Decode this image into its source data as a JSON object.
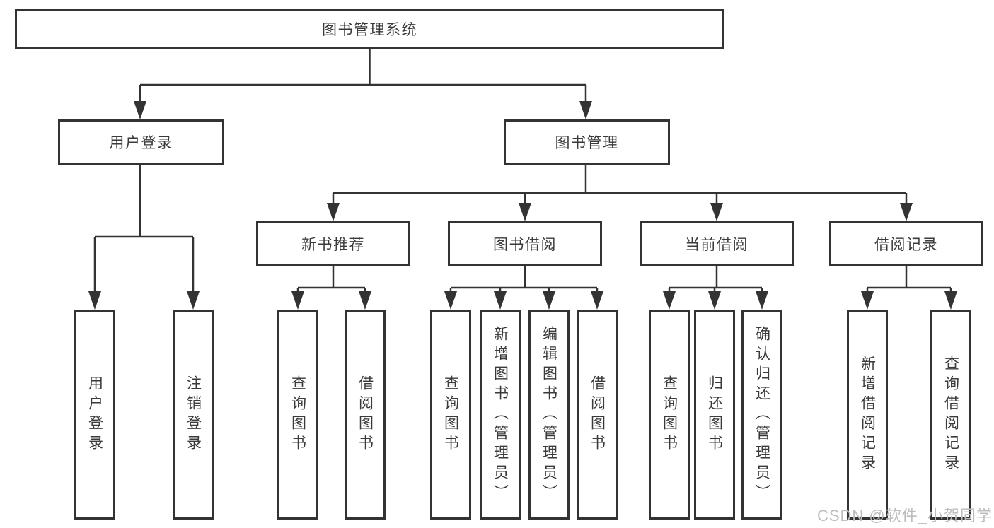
{
  "diagram_title": "图书管理系统",
  "nodes": {
    "root": "图书管理系统",
    "user_login": "用户登录",
    "book_mgmt": "图书管理",
    "new_book_rec": "新书推荐",
    "book_borrow": "图书借阅",
    "current_borrow": "当前借阅",
    "borrow_records": "借阅记录",
    "leaf_user_login": "用户登录",
    "leaf_logout": "注销登录",
    "leaf_query_books_1": "查询图书",
    "leaf_borrow_books_1": "借阅图书",
    "leaf_query_books_2": "查询图书",
    "leaf_add_book": "新增图书（管理员）",
    "leaf_edit_book": "编辑图书（管理员）",
    "leaf_borrow_books_2": "借阅图书",
    "leaf_query_books_3": "查询图书",
    "leaf_return_book": "归还图书",
    "leaf_confirm_return": "确认归还（管理员）",
    "leaf_add_borrow_record": "新增借阅记录",
    "leaf_query_borrow_record": "查询借阅记录"
  },
  "hierarchy": {
    "图书管理系统": [
      "用户登录",
      "图书管理"
    ],
    "用户登录": [
      "用户登录",
      "注销登录"
    ],
    "图书管理": [
      "新书推荐",
      "图书借阅",
      "当前借阅",
      "借阅记录"
    ],
    "新书推荐": [
      "查询图书",
      "借阅图书"
    ],
    "图书借阅": [
      "查询图书",
      "新增图书（管理员）",
      "编辑图书（管理员）",
      "借阅图书"
    ],
    "当前借阅": [
      "查询图书",
      "归还图书",
      "确认归还（管理员）"
    ],
    "借阅记录": [
      "新增借阅记录",
      "查询借阅记录"
    ]
  },
  "watermark": "CSDN @软件_小贺同学",
  "colors": {
    "line": "#333333",
    "box_border": "#333333",
    "text": "#3a3a3a",
    "watermark": "#bdbdbd",
    "background": "#ffffff"
  }
}
